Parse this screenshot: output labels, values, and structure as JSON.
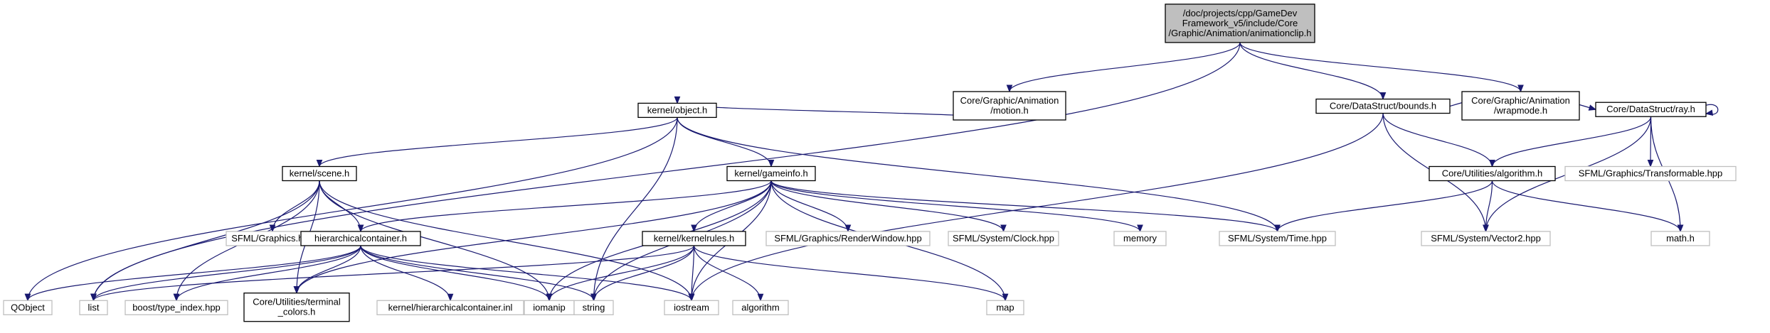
{
  "diagram": {
    "colors": {
      "edge": "#191970",
      "root_fill": "#bfbfbf",
      "local_border": "#000000",
      "external_border": "#bfbfbf",
      "background": "#ffffff"
    },
    "nodes": {
      "root": {
        "lines": [
          "/doc/projects/cpp/GameDev",
          "Framework_v5/include/Core",
          "/Graphic/Animation/animationclip.h"
        ],
        "kind": "root"
      },
      "motion": {
        "lines": [
          "Core/Graphic/Animation",
          "/motion.h"
        ],
        "kind": "local"
      },
      "bounds": {
        "lines": [
          "Core/DataStruct/bounds.h"
        ],
        "kind": "local"
      },
      "wrapmode": {
        "lines": [
          "Core/Graphic/Animation",
          "/wrapmode.h"
        ],
        "kind": "local"
      },
      "object": {
        "lines": [
          "kernel/object.h"
        ],
        "kind": "local"
      },
      "ray": {
        "lines": [
          "Core/DataStruct/ray.h"
        ],
        "kind": "local"
      },
      "scene": {
        "lines": [
          "kernel/scene.h"
        ],
        "kind": "local"
      },
      "gameinfo": {
        "lines": [
          "kernel/gameinfo.h"
        ],
        "kind": "local"
      },
      "algorithm_h": {
        "lines": [
          "Core/Utilities/algorithm.h"
        ],
        "kind": "local"
      },
      "transformable": {
        "lines": [
          "SFML/Graphics/Transformable.hpp"
        ],
        "kind": "external"
      },
      "sfml_graphics": {
        "lines": [
          "SFML/Graphics.hpp"
        ],
        "kind": "external"
      },
      "hierarchicalcontainer": {
        "lines": [
          "hierarchicalcontainer.h"
        ],
        "kind": "local"
      },
      "kernelrules": {
        "lines": [
          "kernel/kernelrules.h"
        ],
        "kind": "local"
      },
      "renderwindow": {
        "lines": [
          "SFML/Graphics/RenderWindow.hpp"
        ],
        "kind": "external"
      },
      "clock": {
        "lines": [
          "SFML/System/Clock.hpp"
        ],
        "kind": "external"
      },
      "memory": {
        "lines": [
          "memory"
        ],
        "kind": "external"
      },
      "time": {
        "lines": [
          "SFML/System/Time.hpp"
        ],
        "kind": "external"
      },
      "vector2": {
        "lines": [
          "SFML/System/Vector2.hpp"
        ],
        "kind": "external"
      },
      "math": {
        "lines": [
          "math.h"
        ],
        "kind": "external"
      },
      "qobject": {
        "lines": [
          "QObject"
        ],
        "kind": "external"
      },
      "list": {
        "lines": [
          "list"
        ],
        "kind": "external"
      },
      "type_index": {
        "lines": [
          "boost/type_index.hpp"
        ],
        "kind": "external"
      },
      "terminal_colors": {
        "lines": [
          "Core/Utilities/terminal",
          "_colors.h"
        ],
        "kind": "local"
      },
      "hc_inl": {
        "lines": [
          "kernel/hierarchicalcontainer.inl"
        ],
        "kind": "external"
      },
      "iomanip": {
        "lines": [
          "iomanip"
        ],
        "kind": "external"
      },
      "string": {
        "lines": [
          "string"
        ],
        "kind": "external"
      },
      "iostream": {
        "lines": [
          "iostream"
        ],
        "kind": "external"
      },
      "algorithm": {
        "lines": [
          "algorithm"
        ],
        "kind": "external"
      },
      "map": {
        "lines": [
          "map"
        ],
        "kind": "external"
      }
    },
    "edges": [
      [
        "root",
        "list"
      ],
      [
        "root",
        "motion"
      ],
      [
        "root",
        "bounds"
      ],
      [
        "root",
        "wrapmode"
      ],
      [
        "motion",
        "object"
      ],
      [
        "object",
        "qobject"
      ],
      [
        "object",
        "scene"
      ],
      [
        "object",
        "gameinfo"
      ],
      [
        "object",
        "string"
      ],
      [
        "object",
        "time"
      ],
      [
        "scene",
        "list"
      ],
      [
        "scene",
        "type_index"
      ],
      [
        "scene",
        "sfml_graphics"
      ],
      [
        "scene",
        "hierarchicalcontainer"
      ],
      [
        "scene",
        "terminal_colors"
      ],
      [
        "scene",
        "iomanip"
      ],
      [
        "scene",
        "iostream"
      ],
      [
        "gameinfo",
        "hierarchicalcontainer"
      ],
      [
        "gameinfo",
        "kernelrules"
      ],
      [
        "gameinfo",
        "renderwindow"
      ],
      [
        "gameinfo",
        "clock"
      ],
      [
        "gameinfo",
        "memory"
      ],
      [
        "gameinfo",
        "time"
      ],
      [
        "gameinfo",
        "map"
      ],
      [
        "gameinfo",
        "terminal_colors"
      ],
      [
        "gameinfo",
        "iomanip"
      ],
      [
        "gameinfo",
        "string"
      ],
      [
        "gameinfo",
        "iostream"
      ],
      [
        "hierarchicalcontainer",
        "qobject"
      ],
      [
        "hierarchicalcontainer",
        "list"
      ],
      [
        "hierarchicalcontainer",
        "type_index"
      ],
      [
        "hierarchicalcontainer",
        "terminal_colors"
      ],
      [
        "hierarchicalcontainer",
        "hc_inl"
      ],
      [
        "hierarchicalcontainer",
        "iomanip"
      ],
      [
        "hierarchicalcontainer",
        "string"
      ],
      [
        "hierarchicalcontainer",
        "iostream"
      ],
      [
        "kernelrules",
        "list"
      ],
      [
        "kernelrules",
        "iomanip"
      ],
      [
        "kernelrules",
        "string"
      ],
      [
        "kernelrules",
        "iostream"
      ],
      [
        "kernelrules",
        "algorithm"
      ],
      [
        "kernelrules",
        "map"
      ],
      [
        "bounds",
        "ray"
      ],
      [
        "bounds",
        "algorithm_h"
      ],
      [
        "bounds",
        "vector2"
      ],
      [
        "bounds",
        "iostream"
      ],
      [
        "ray",
        "ray"
      ],
      [
        "ray",
        "algorithm_h"
      ],
      [
        "ray",
        "transformable"
      ],
      [
        "ray",
        "vector2"
      ],
      [
        "ray",
        "math"
      ],
      [
        "algorithm_h",
        "time"
      ],
      [
        "algorithm_h",
        "vector2"
      ],
      [
        "algorithm_h",
        "math"
      ]
    ]
  }
}
